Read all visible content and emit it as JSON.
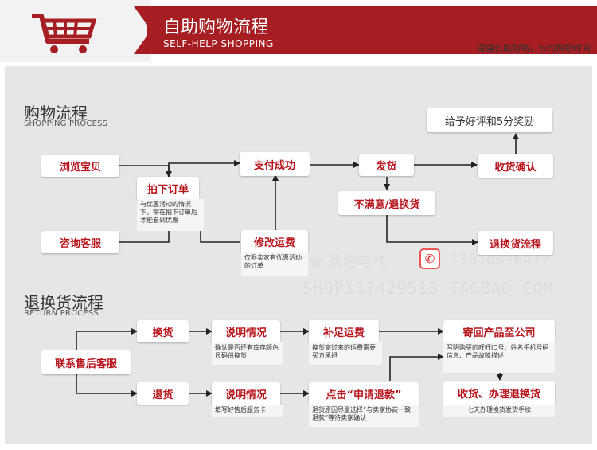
{
  "header": {
    "title": "自助购物流程",
    "subtitle": "SELF-HELP SHOPPING",
    "slogan": "提倡自助购物，节约购物时间",
    "accent_color": "#a71e22",
    "icon": "shopping-cart-icon"
  },
  "shopping": {
    "title": "购物流程",
    "subtitle": "SHOPPING PROCESS",
    "nodes": {
      "browse": "浏览宝贝",
      "consult": "咨询客服",
      "order": "拍下订单",
      "pay": "支付成功",
      "modify": "修改运费",
      "ship": "发货",
      "unsatisfied": "不满意/退换货",
      "reward": "给予好评和5分奖励",
      "receive": "收货确认",
      "return_process": "退换货流程"
    },
    "notes": {
      "order_note": "有优惠活动的情况下，需在拍下订单后才能看到优惠",
      "modify_note": "仅限卖家有优惠活动的订单"
    }
  },
  "returns": {
    "title": "退换货流程",
    "subtitle": "RETURN PROCESS",
    "nodes": {
      "contact": "联系售后客服",
      "exchange": "换货",
      "refund": "退货",
      "explain1": "说明情况",
      "explain2": "说明情况",
      "add_freight": "补足运费",
      "apply_refund": "点击“申请退款”",
      "send_back": "寄回产品至公司",
      "handle": "收货、办理退换货"
    },
    "notes": {
      "explain1_note": "确认是否还有库存颜色尺码供换货",
      "explain2_note": "填写好售后服务卡",
      "add_freight_note": "换货寄过来的运费需要买方承担",
      "apply_refund_note": "退货原因尽量选择“与卖家协商一致退款”等待卖家确认",
      "send_back_note": "写明购买的旺旺ID号、姓名手机号码信息、产品故障描述",
      "handle_note": "七天办理换货发货手续"
    }
  },
  "watermark": {
    "brand": "优控电气",
    "phone": "13616876477",
    "shop": "SHOP117429513.TAOBAO.COM",
    "icons": [
      "crown-icon",
      "phone-icon"
    ]
  }
}
